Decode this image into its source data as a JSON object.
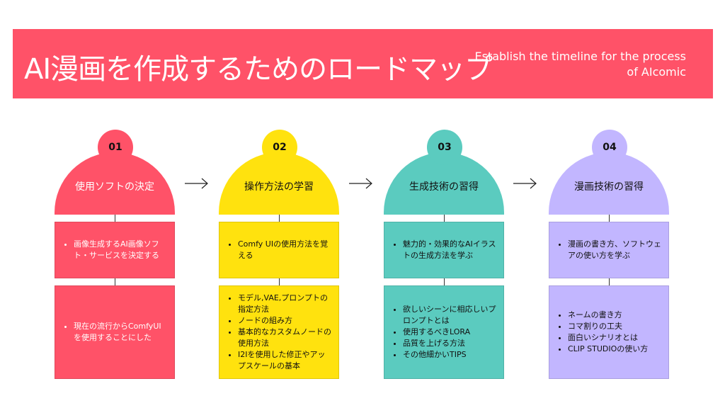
{
  "header": {
    "title": "AI漫画を作成するためのロードマップ",
    "subtitle": "Establish the timeline for the process of AIcomic"
  },
  "colors": {
    "banner": "#ff5268",
    "step1": "#ff5268",
    "step2": "#ffe20e",
    "step3": "#5bcbbf",
    "step4": "#c2b6ff"
  },
  "steps": [
    {
      "number": "01",
      "title": "使用ソフトの決定",
      "box1": [
        "画像生成するAI画像ソフト・サービスを決定する"
      ],
      "box2": [
        "現在の流行からComfyUIを使用することにした"
      ]
    },
    {
      "number": "02",
      "title": "操作方法の学習",
      "box1": [
        "Comfy UIの使用方法を覚える"
      ],
      "box2": [
        "モデル,VAE,プロンプトの指定方法",
        "ノードの組み方",
        "基本的なカスタムノードの使用方法",
        "I2Iを使用した修正やアップスケールの基本"
      ]
    },
    {
      "number": "03",
      "title": "生成技術の習得",
      "box1": [
        "魅力的・効果的なAIイラストの生成方法を学ぶ"
      ],
      "box2": [
        "欲しいシーンに相応しいプロンプトとは",
        "使用するべきLORA",
        "品質を上げる方法",
        "その他細かいTIPS"
      ]
    },
    {
      "number": "04",
      "title": "漫画技術の習得",
      "box1": [
        "漫画の書き方、ソフトウェアの使い方を学ぶ"
      ],
      "box2": [
        "ネームの書き方",
        "コマ割りの工夫",
        "面白いシナリオとは",
        "CLIP STUDIOの使い方"
      ]
    }
  ],
  "icons": {
    "arrow": "right-arrow-icon"
  }
}
